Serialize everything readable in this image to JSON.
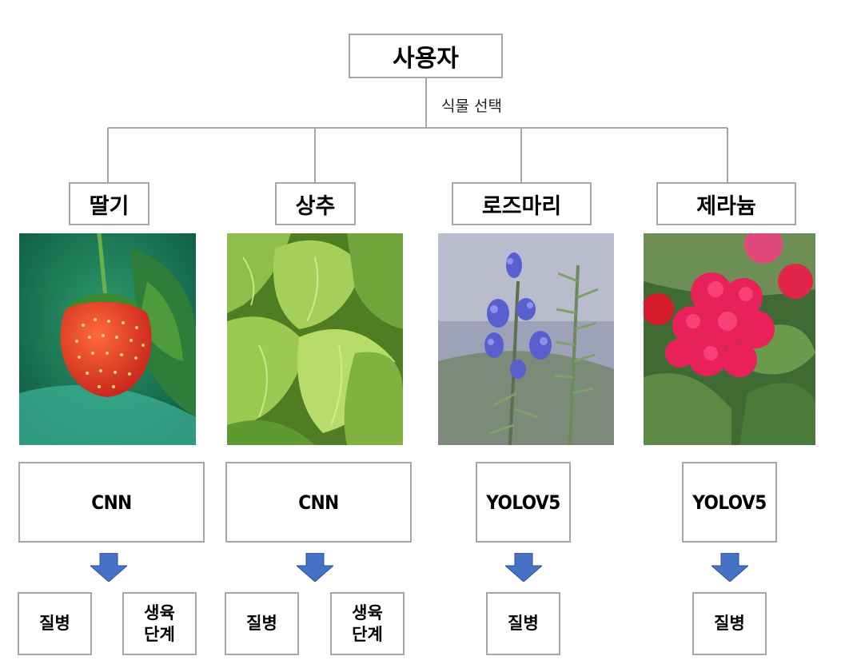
{
  "root": {
    "label": "사용자"
  },
  "connector_label": "식물 선택",
  "plants": [
    {
      "name": "딸기",
      "model": "CNN",
      "outputs": [
        "질병",
        "생육\n단계"
      ],
      "image": "strawberry-photo"
    },
    {
      "name": "상추",
      "model": "CNN",
      "outputs": [
        "질병",
        "생육\n단계"
      ],
      "image": "lettuce-photo"
    },
    {
      "name": "로즈마리",
      "model": "YOLOV5",
      "outputs": [
        "질병"
      ],
      "image": "rosemary-photo"
    },
    {
      "name": "제라늄",
      "model": "YOLOV5",
      "outputs": [
        "질병"
      ],
      "image": "geranium-photo"
    }
  ],
  "colors": {
    "border": "#a6a6a6",
    "arrow": "#4472c4",
    "line": "#a6a6a6"
  }
}
